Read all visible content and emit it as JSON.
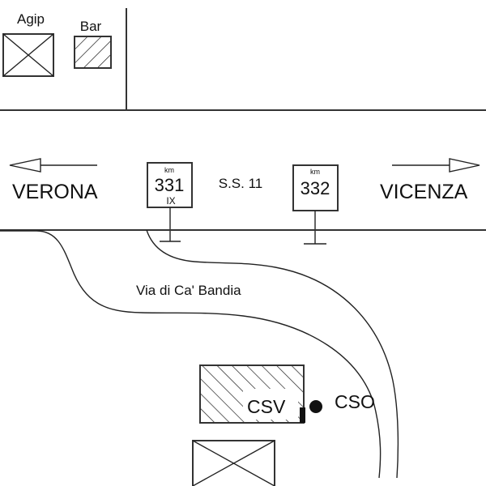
{
  "legend": {
    "agip": {
      "label": "Agip",
      "symbol": "crossed-box"
    },
    "bar": {
      "label": "Bar",
      "symbol": "hatched-box"
    }
  },
  "road": {
    "name": "S.S. 11",
    "directions": {
      "left": {
        "label": "VERONA",
        "arrow": "arrow-left"
      },
      "right": {
        "label": "VICENZA",
        "arrow": "arrow-right"
      }
    },
    "markers": [
      {
        "unit": "km",
        "number": "331",
        "sub": "IX"
      },
      {
        "unit": "km",
        "number": "332",
        "sub": ""
      }
    ]
  },
  "side_road": {
    "name": "Via di Ca' Bandia"
  },
  "buildings": {
    "csv": {
      "label": "CSV",
      "symbol": "hatched-box"
    },
    "cso": {
      "label": "CSO",
      "symbol": "filled-dot"
    },
    "lower": {
      "symbol": "crossed-box"
    }
  },
  "colors": {
    "ink": "#222222",
    "background": "#ffffff"
  }
}
